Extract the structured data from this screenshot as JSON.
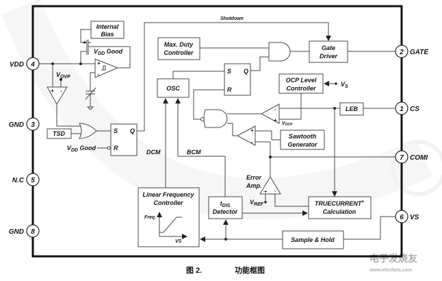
{
  "pins": [
    {
      "number": "4",
      "name": "VDD"
    },
    {
      "number": "3",
      "name": "GND"
    },
    {
      "number": "5",
      "name": "N.C"
    },
    {
      "number": "8",
      "name": "GND"
    },
    {
      "number": "2",
      "name": "GATE"
    },
    {
      "number": "1",
      "name": "CS"
    },
    {
      "number": "7",
      "name": "COMI"
    },
    {
      "number": "6",
      "name": "VS"
    }
  ],
  "blocks": {
    "internal_bias": [
      "Internal",
      "Bias"
    ],
    "max_duty": [
      "Max. Duty",
      "Controller"
    ],
    "gate_driver": [
      "Gate",
      "Driver"
    ],
    "osc": "OSC",
    "ocp_level": [
      "OCP Level",
      "Controller"
    ],
    "leb": "LEB",
    "sawtooth": [
      "Sawtooth",
      "Generator"
    ],
    "tsd": "TSD",
    "linear_freq": [
      "Linear Frequency",
      "Controller"
    ],
    "tdis_detector": [
      "t",
      "DIS",
      "Detector"
    ],
    "truecurrent": [
      "TRUECURRENT",
      "®",
      "Calculation"
    ],
    "sample_hold": "Sample & Hold"
  },
  "labels": {
    "shutdown": "Shutdown",
    "vdd_good_1": [
      "V",
      "DD",
      " Good"
    ],
    "vdd_good_2": [
      "V",
      "DD",
      " Good"
    ],
    "vovp": [
      "V",
      "OVP"
    ],
    "vs_ref": [
      "V",
      "S"
    ],
    "vocp": [
      "V",
      "OCP"
    ],
    "vref": [
      "V",
      "REF"
    ],
    "error_amp": [
      "Error",
      "Amp."
    ],
    "dcm": "DCM",
    "bcm": "BCM",
    "freq": "Freq.",
    "vs_axis": "VS",
    "s": "S",
    "q": "Q",
    "r": "R",
    "plus": "+",
    "minus": "-"
  },
  "caption": {
    "figure": "图  2.",
    "title": "功能框图"
  },
  "watermark": {
    "brand": "电子发烧友",
    "url": "www.elecfans.com"
  }
}
